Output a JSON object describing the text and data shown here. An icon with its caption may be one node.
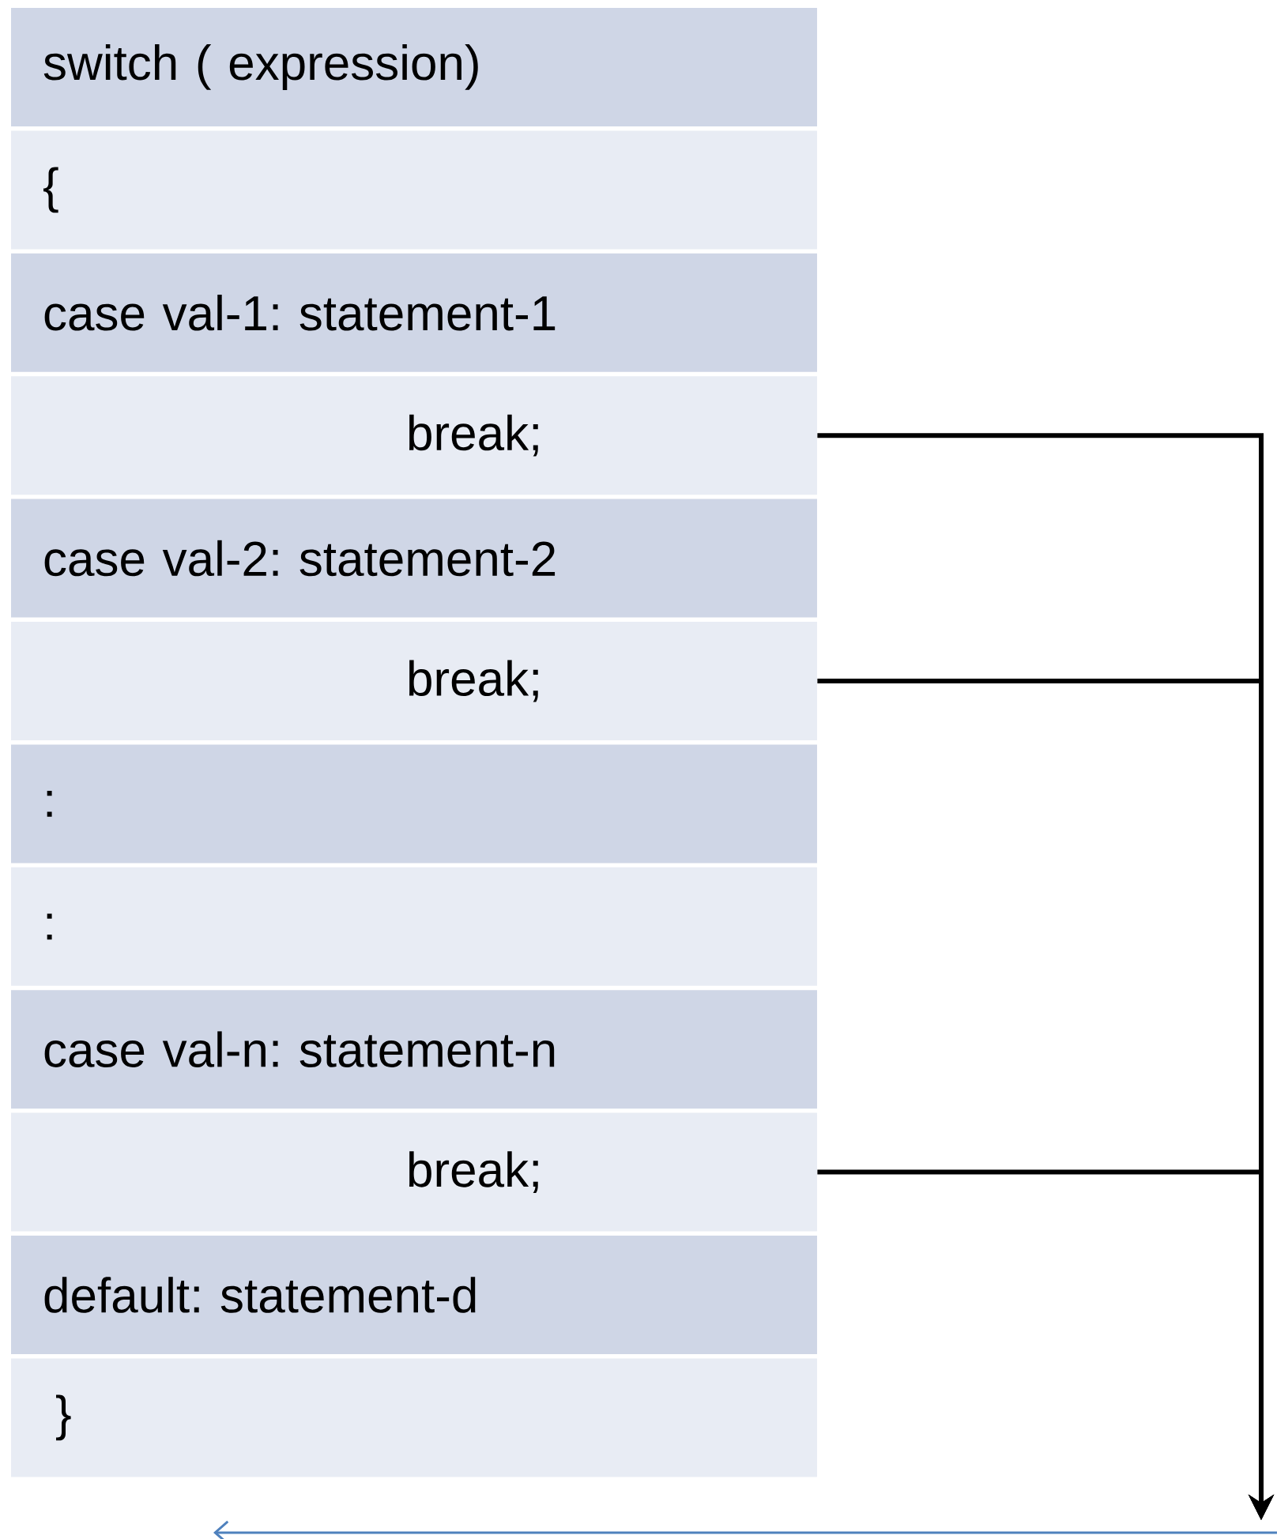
{
  "diagram": {
    "nodes": [
      {
        "text": [
          "switch ( expression)"
        ]
      },
      {
        "text": [
          "{"
        ]
      },
      {
        "text": [
          "case val-1: statement-1"
        ]
      },
      {
        "text": [
          "break;"
        ]
      },
      {
        "text": [
          "case val-2: statement-2"
        ]
      },
      {
        "text": [
          "break;"
        ]
      },
      {
        "text": [
          ":"
        ]
      },
      {
        "text": [
          ":"
        ]
      },
      {
        "text": [
          "case val-n: statement-n"
        ]
      },
      {
        "text": [
          "break;"
        ]
      },
      {
        "text": [
          "default: statement-d"
        ]
      },
      {
        "text": [
          "}"
        ]
      }
    ],
    "edges": [
      {
        "from": 3,
        "to": null,
        "arrow": "to"
      },
      {
        "from": 5,
        "to": null,
        "arrow": "to"
      },
      {
        "from": 9,
        "to": null,
        "arrow": "to"
      }
    ]
  }
}
